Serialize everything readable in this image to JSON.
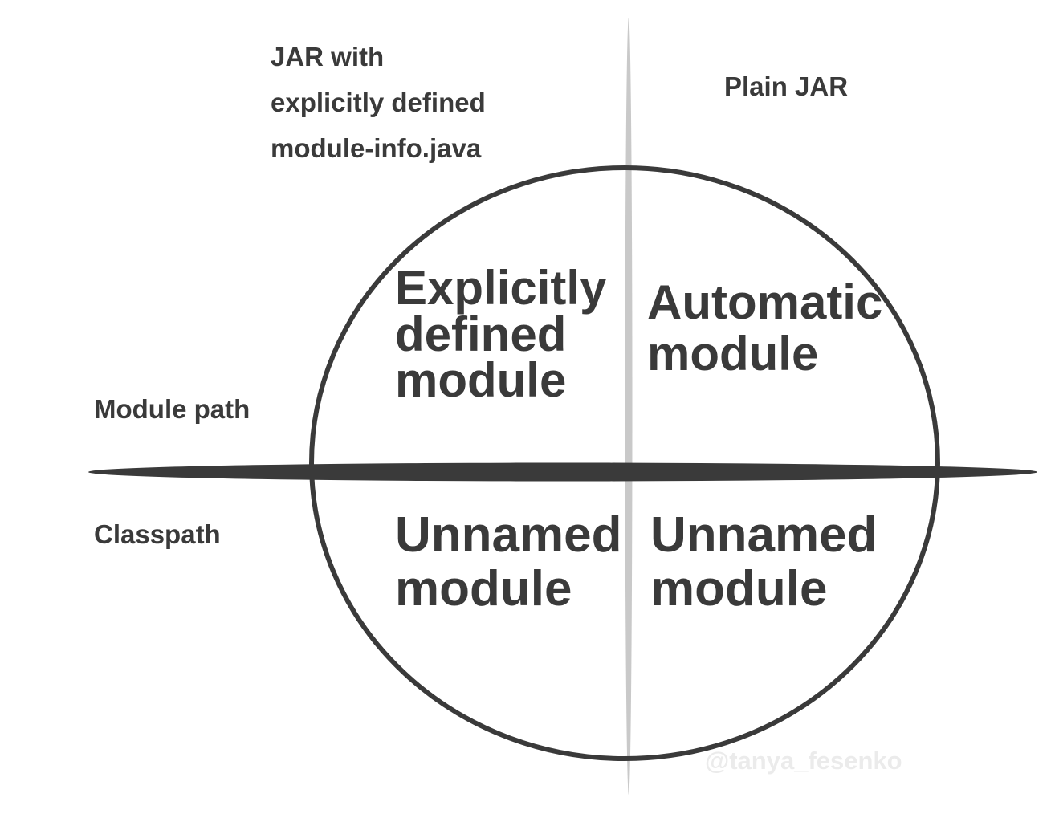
{
  "colors": {
    "ink": "#3a3a3a",
    "vertical_divider": "#c9c9c9",
    "watermark": "#ebebeb",
    "background": "#ffffff"
  },
  "diagram": {
    "top_left_jar_label": "JAR with\nexplicitly defined\nmodule-info.java",
    "top_right_jar_label": "Plain JAR",
    "path_label_top": "Module path",
    "path_label_bottom": "Classpath",
    "quadrants": {
      "top_left": "Explicitly\ndefined\nmodule",
      "top_right": "Automatic\nmodule",
      "bottom_left": "Unnamed\nmodule",
      "bottom_right": "Unnamed\nmodule"
    },
    "watermark": "@tanya_fesenko"
  }
}
